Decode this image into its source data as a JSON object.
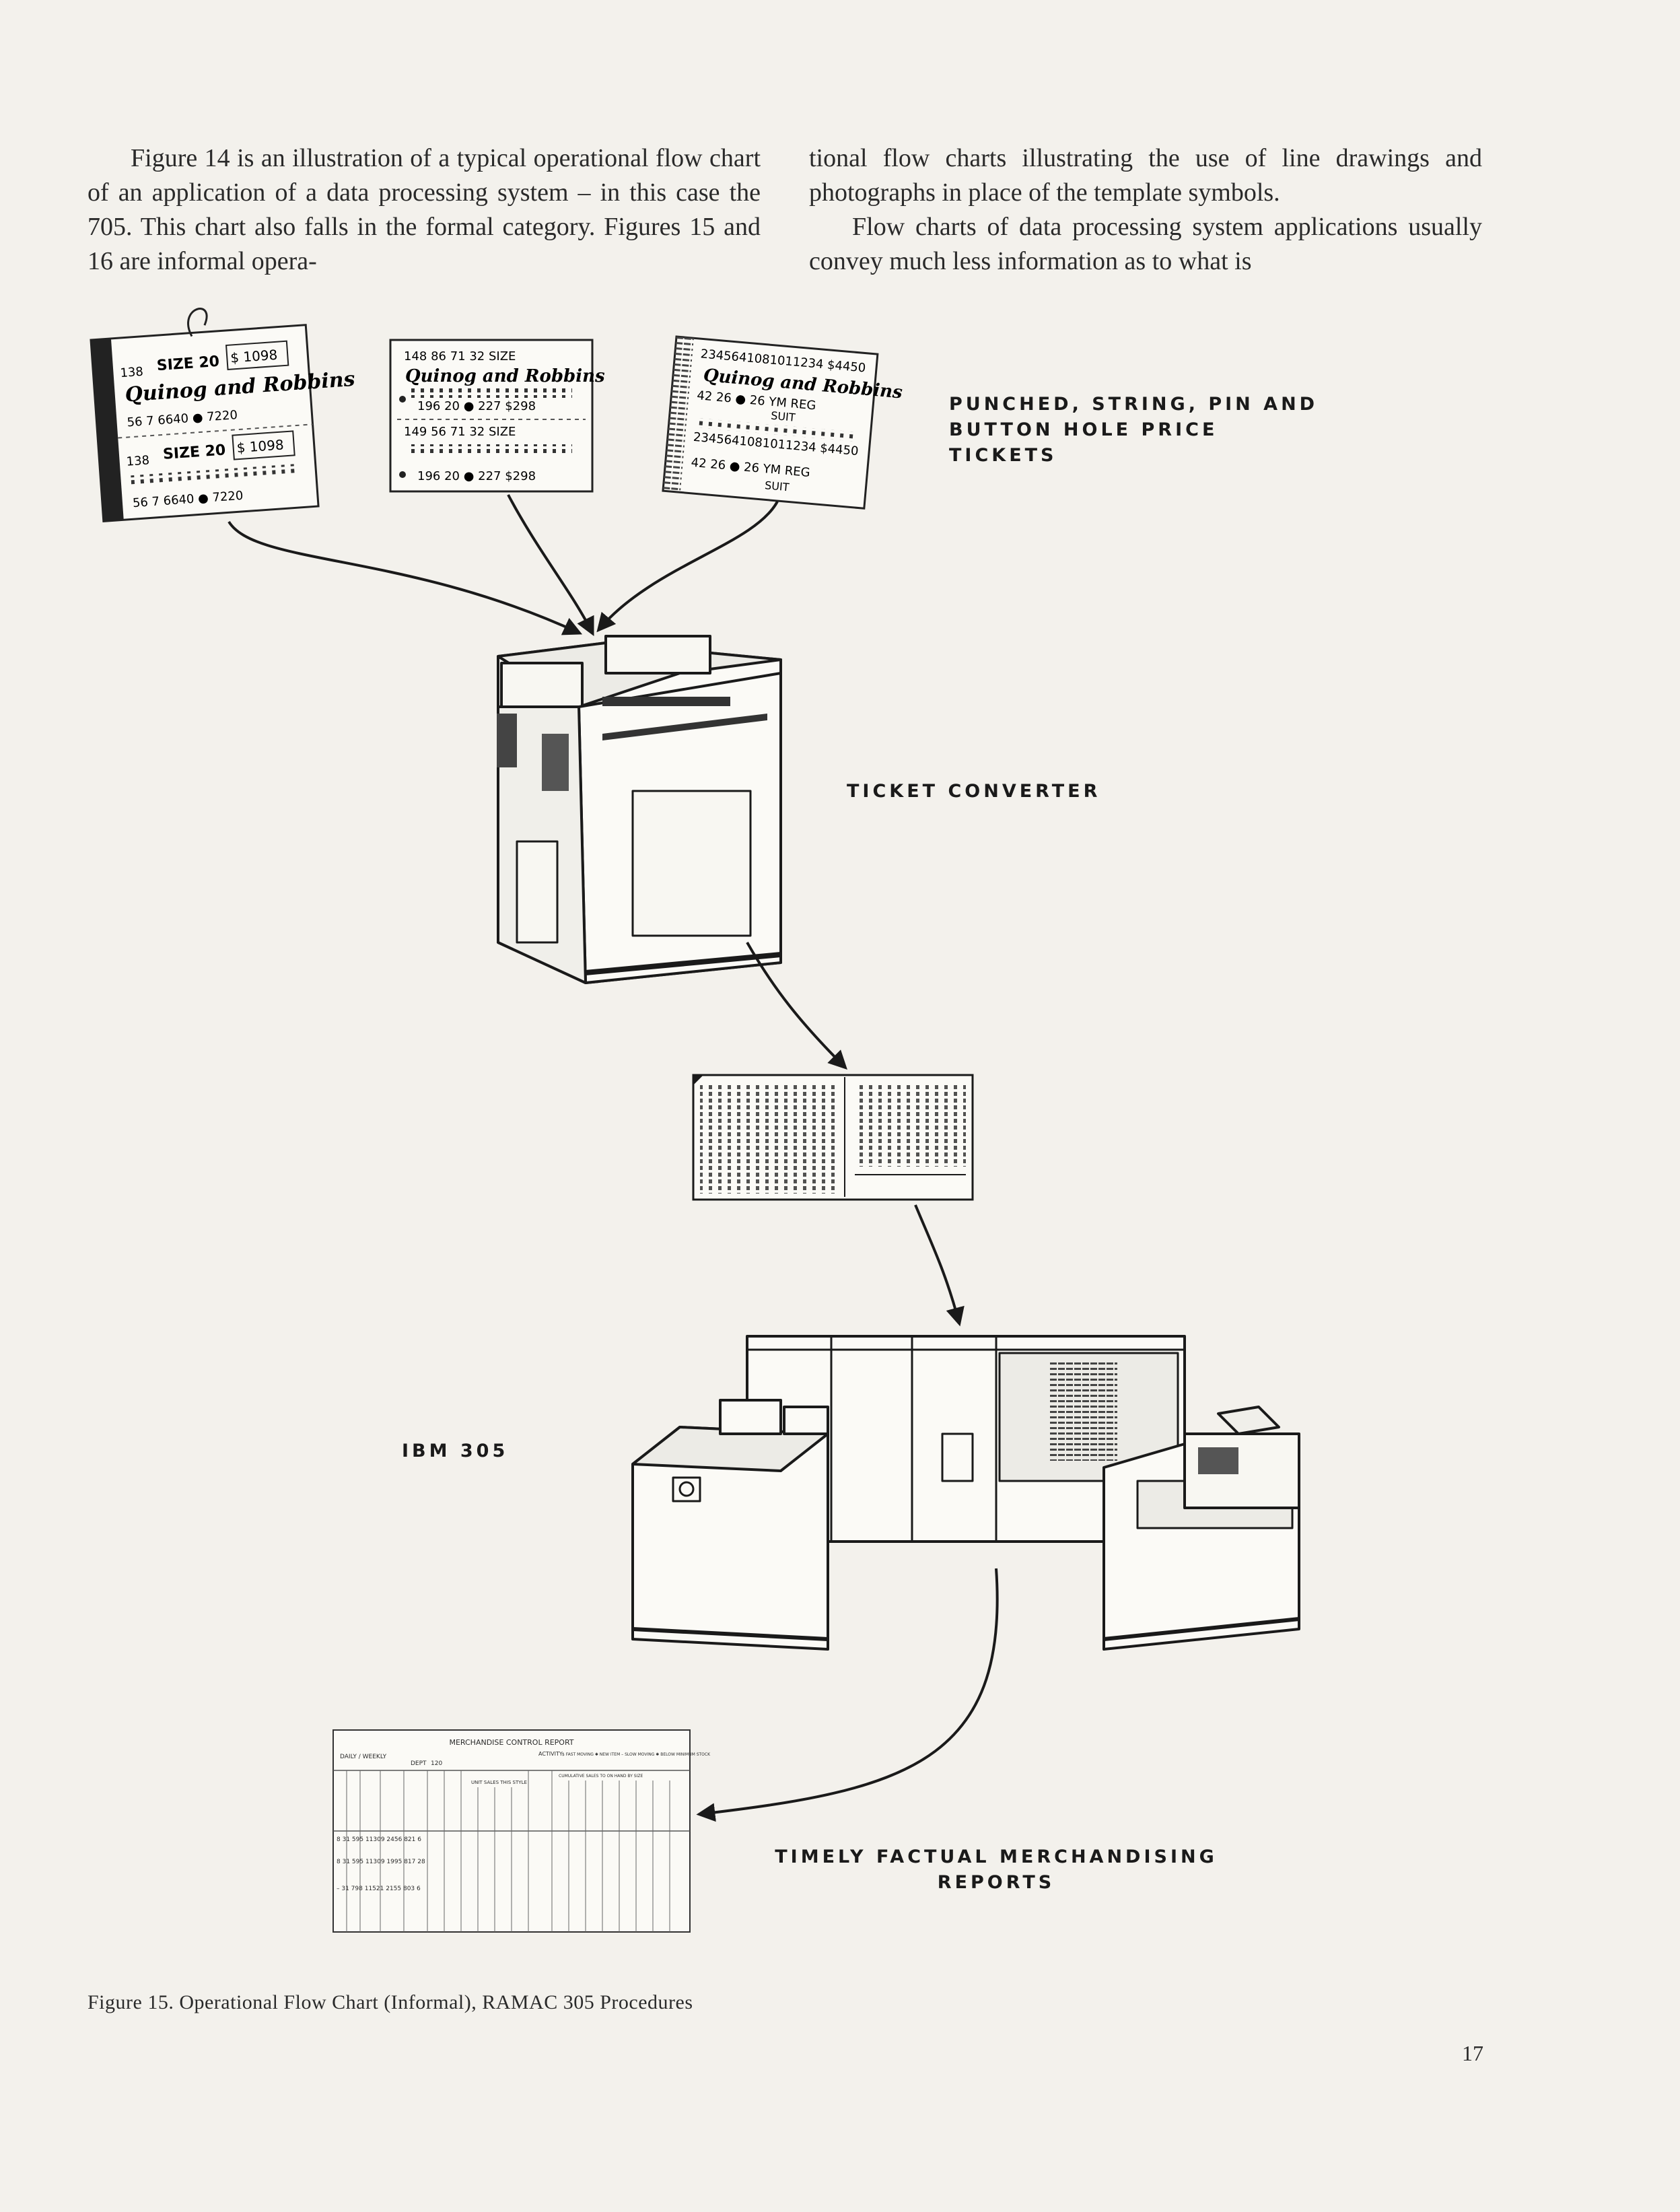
{
  "body": {
    "left_paragraph": "Figure 14 is an illustration of a typical operational flow chart of an application of a data processing system – in this case the 705. This chart also falls in the formal category. Figures 15 and 16 are informal opera-",
    "right_paragraph_1": "tional flow charts illustrating the use of line drawings and photographs in place of the template symbols.",
    "right_paragraph_2": "Flow charts of data processing system applications usually convey much less information as to what is"
  },
  "figure": {
    "labels": {
      "tickets": "PUNCHED, STRING, PIN AND BUTTON HOLE PRICE TICKETS",
      "converter": "TICKET CONVERTER",
      "computer": "IBM 305",
      "reports": "TIMELY FACTUAL MERCHANDISING REPORTS"
    },
    "ticket_text": {
      "brand": "Quinog and Robbins",
      "t1_line1": "138",
      "t1_size": "SIZE 20",
      "t1_price": "$ 1098",
      "t1_line2": "56 7 6640 ● 7220",
      "t2_line1": "148 86 71 32 SIZE",
      "t2_line2": "196 20 ● 227 $298",
      "t2_line3": "149 56 71 32 SIZE",
      "t3_line1": "2345641081011234 $4450",
      "t3_line2": "42 26 ● 26 YM REG",
      "t3_line3": "SUIT"
    },
    "report": {
      "title": "MERCHANDISE CONTROL REPORT",
      "left_options": "DAILY / WEEKLY",
      "dept_label": "DEPT",
      "dept_value": "120",
      "activity_label": "ACTIVITY",
      "activity_codes": "$ FAST MOVING  ✱ NEW ITEM  – SLOW MOVING  ✱ BELOW MINIMUM STOCK",
      "section_left": "UNIT SALES THIS STYLE",
      "section_right": "CUMULATIVE SALES TO ON HAND BY SIZE",
      "rows": [
        "8  31  595  11309  2456  821  6",
        "8  31  595  11309  1995  817  28",
        "–  31  798  11521  2155  803  6"
      ]
    }
  },
  "caption": "Figure 15. Operational Flow Chart (Informal), RAMAC 305 Procedures",
  "page_number": "17"
}
